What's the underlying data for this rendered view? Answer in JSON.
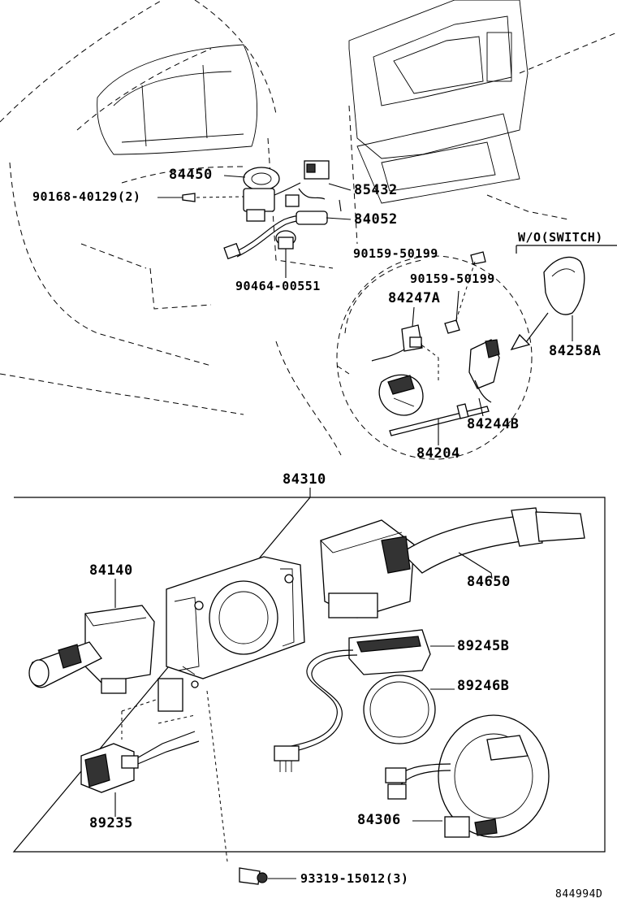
{
  "diagram": {
    "part_labels": {
      "p84450": "84450",
      "p90168": "90168-40129(2)",
      "p85432": "85432",
      "p84052": "84052",
      "p90464": "90464-00551",
      "p90159a": "90159-50199",
      "p90159b": "90159-50199",
      "p84247A": "84247A",
      "p84258A": "84258A",
      "p84244B": "84244B",
      "p84204": "84204",
      "wo_switch": "W/O(SWITCH)",
      "p84310": "84310",
      "p84140": "84140",
      "p84650": "84650",
      "p89245B": "89245B",
      "p89246B": "89246B",
      "p89235": "89235",
      "p84306": "84306",
      "p93319": "93319-15012(3)",
      "illustration_code": "844994D"
    }
  }
}
